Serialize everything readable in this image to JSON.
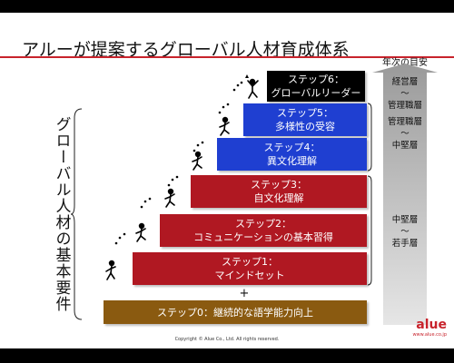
{
  "title": "アルーが提案するグローバル人材育成体系",
  "left_label": "グローバル人材の基本要件",
  "steps": {
    "s6": {
      "line1": "ステップ6：",
      "line2": "グローバルリーダー"
    },
    "s5": {
      "line1": "ステップ5：",
      "line2": "多様性の受容"
    },
    "s4": {
      "line1": "ステップ4：",
      "line2": "異文化理解"
    },
    "s3": {
      "line1": "ステップ3：",
      "line2": "自文化理解"
    },
    "s2": {
      "line1": "ステップ2：",
      "line2": "コミュニケーションの基本習得"
    },
    "s1": {
      "line1": "ステップ1：",
      "line2": "マインドセット"
    },
    "s0": {
      "line1": "ステップ0：継続的な語学能力向上"
    }
  },
  "plus": "+",
  "right": {
    "header": "年次の目安",
    "levels": [
      {
        "top": "経営層",
        "mid": "～",
        "bottom": "管理職層"
      },
      {
        "top": "管理職層",
        "mid": "～",
        "bottom": "中堅層"
      },
      {
        "top": "中堅層",
        "mid": "～",
        "bottom": "若手層"
      }
    ]
  },
  "logo": {
    "name": "alue",
    "url": "www.alue.co.jp"
  },
  "footer": "Copyright © Alue Co., Ltd.  All rights reserved.",
  "colors": {
    "red": "#b01822",
    "blue": "#1f3fd1",
    "black": "#000000",
    "brown": "#8a5a10",
    "accent": "#c8232c"
  }
}
